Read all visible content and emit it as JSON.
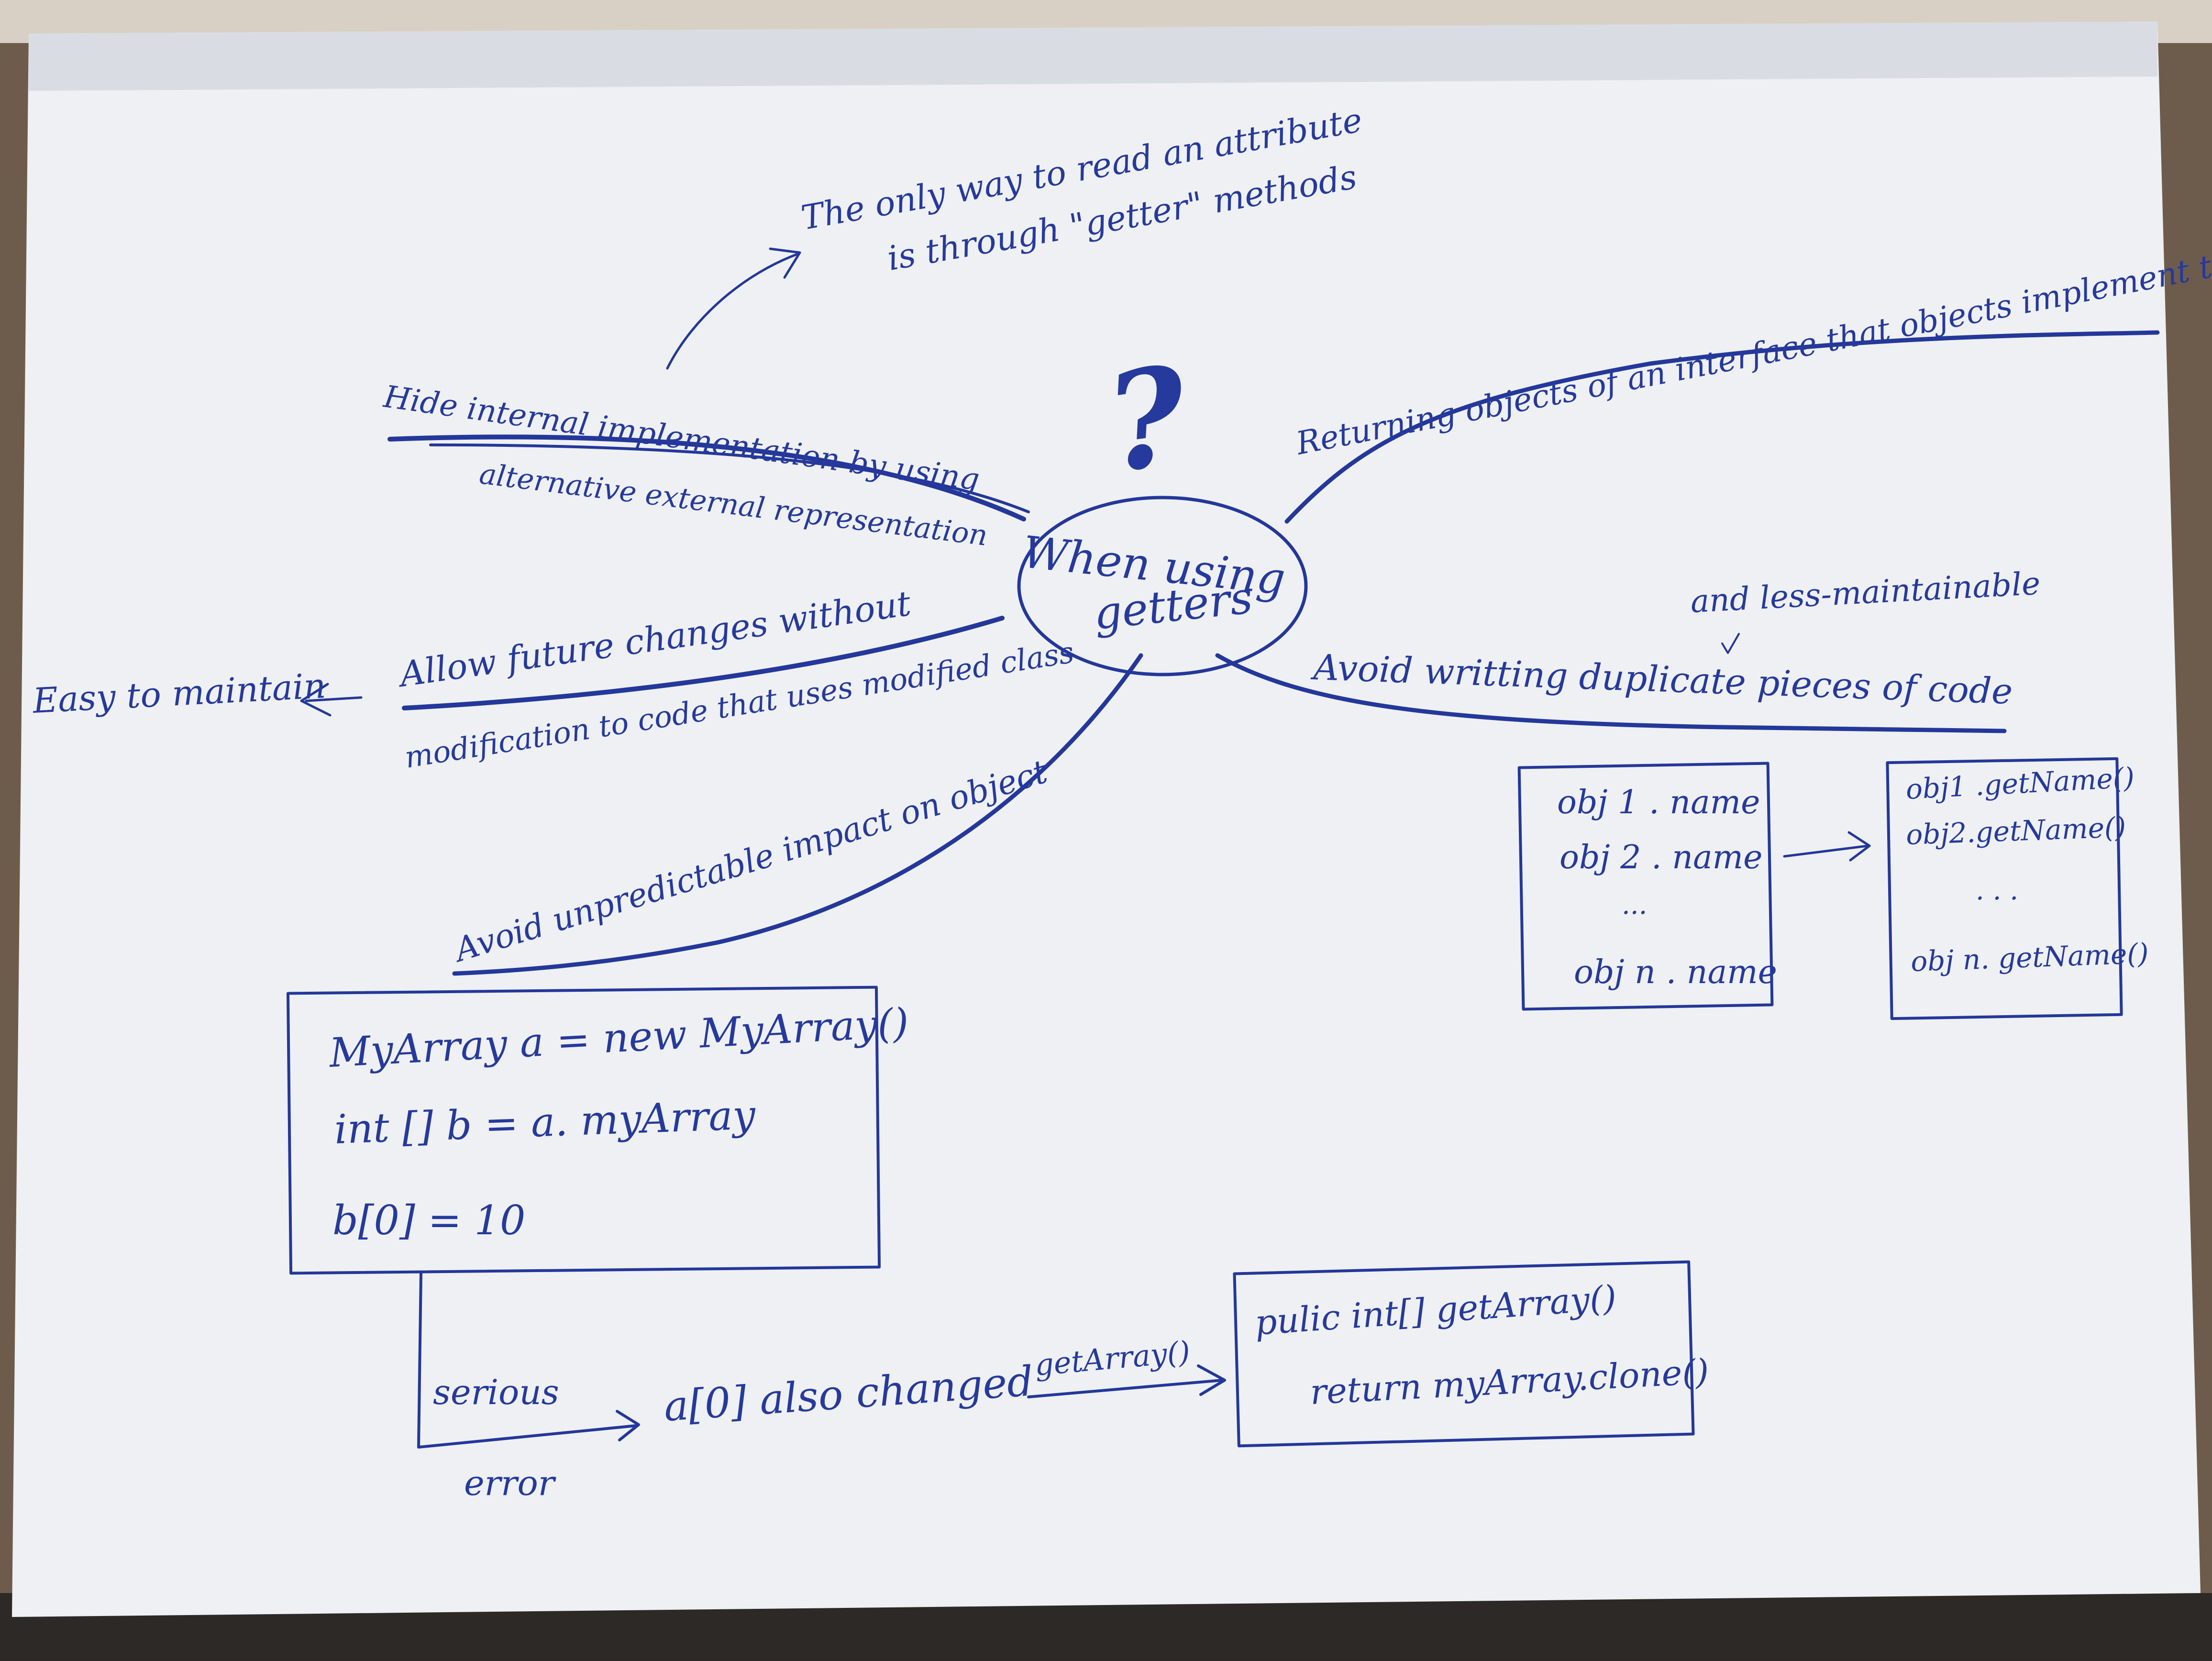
{
  "mindmap": {
    "center": {
      "line1": "When using",
      "line2": "getters",
      "mark": "?"
    },
    "hide": {
      "line1": "Hide internal implementation by using",
      "line2": "alternative external representation",
      "note_line1": "The only way to read an attribute",
      "note_line2": "is through \"getter\" methods"
    },
    "future": {
      "line1": "Allow future changes without",
      "line2": "modification to code that uses modified class",
      "side": "Easy to maintain"
    },
    "avoid_impact": {
      "label": "Avoid unpredictable impact on object",
      "code": [
        "MyArray a = new MyArray()",
        "int [] b = a. myArray",
        "b[0] = 10"
      ],
      "serious": "serious",
      "error": "error",
      "result": "a[0] also changed",
      "arrow_label": "getArray()",
      "fix": [
        "pulic int[] getArray()",
        "return myArray.clone()"
      ]
    },
    "returning": {
      "label": "Returning objects of an interface that objects implement to"
    },
    "duplicate": {
      "label": "Avoid writting duplicate pieces of code",
      "insert": "and less-maintainable",
      "before": [
        "obj 1 . name",
        "obj 2 . name",
        "...",
        "obj n . name"
      ],
      "after": [
        "obj1 .getName()",
        "obj2.getName()",
        ". . .",
        "obj n. getName()"
      ]
    }
  },
  "colors": {
    "ink": "#26399c",
    "paper": "#f1f2f5",
    "table": "#6f5e4e"
  }
}
